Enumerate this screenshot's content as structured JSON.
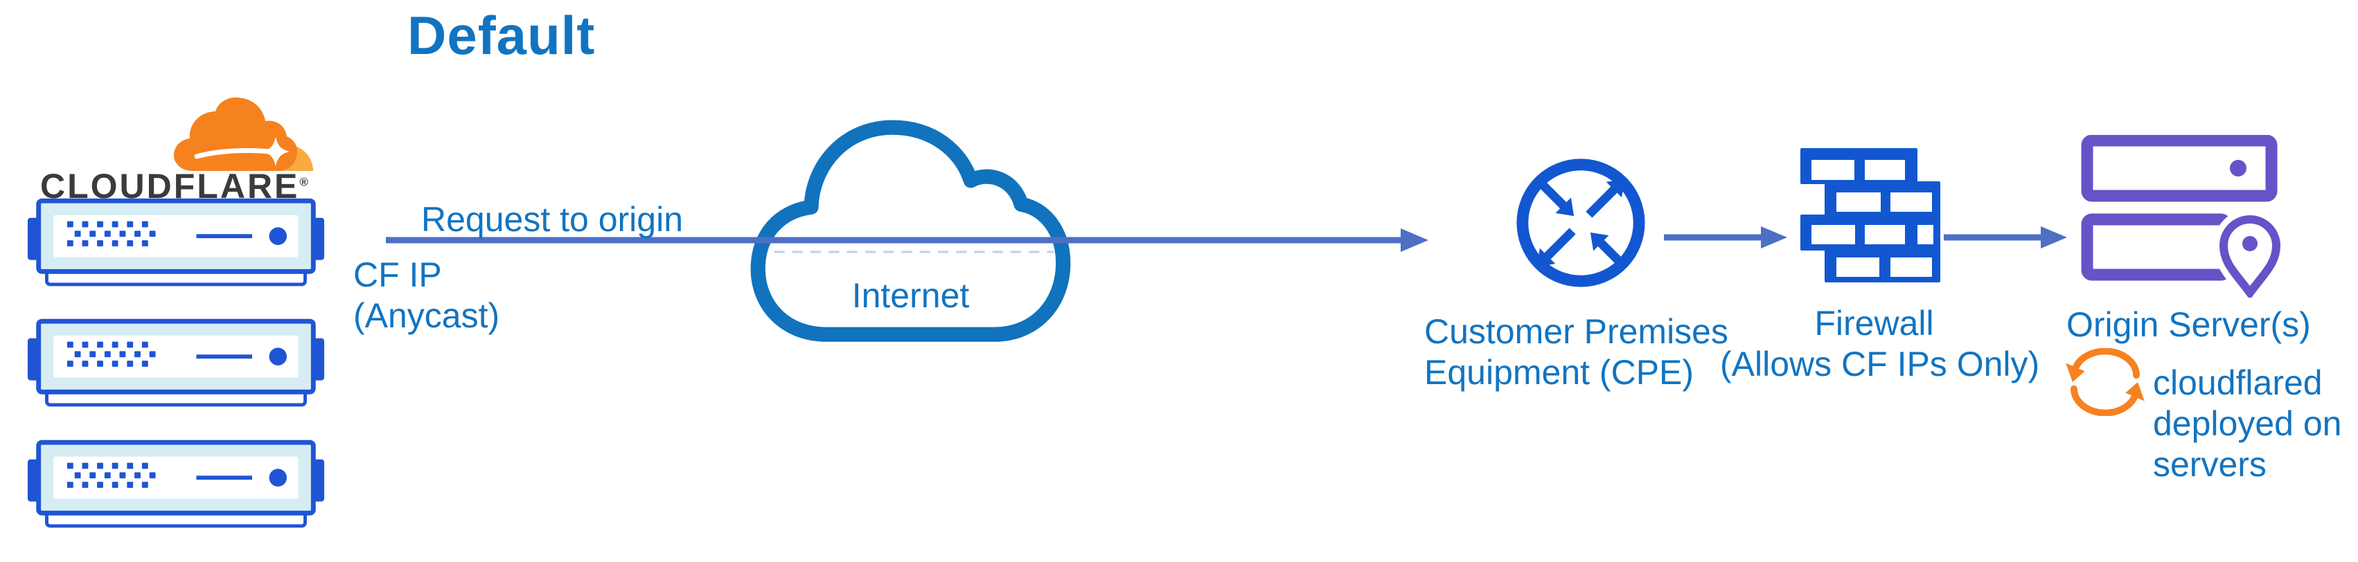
{
  "title": "Default",
  "cloudflare_node": {
    "wordmark": "CLOUDFLARE",
    "registered_mark": "®"
  },
  "connection": {
    "request_label": "Request to origin",
    "ip_lines": [
      "CF IP",
      "(Anycast)"
    ]
  },
  "internet_node": {
    "label": "Internet"
  },
  "cpe_node": {
    "label_lines": [
      "Customer Premises",
      "Equipment (CPE)"
    ]
  },
  "firewall_node": {
    "label_lines": [
      "Firewall",
      "(Allows CF IPs Only)"
    ]
  },
  "origin_node": {
    "label": "Origin Server(s)",
    "note_lines": [
      "cloudflared",
      "deployed on",
      "servers"
    ]
  },
  "icons": {
    "cloudflare_logo": "orange-cloud-logo",
    "edge_servers": "server-rack-x3",
    "internet": "cloud-outline",
    "cpe": "router-circle-arrows",
    "firewall": "brick-wall",
    "origin": "stacked-servers-with-location-pin",
    "cloudflared": "sync-circular-arrows"
  },
  "colors": {
    "accent_blue": "#1274C0",
    "icon_blue": "#1257D0",
    "server_blue": "#1F55D4",
    "server_fill": "#D6EDF4",
    "arrow_blue": "#4D6FC4",
    "cloud_stroke": "#1173BD",
    "purple": "#6852C8",
    "orange": "#F6821F",
    "orange_light": "#F9AB41",
    "wordmark_dark": "#3B3B3D"
  }
}
